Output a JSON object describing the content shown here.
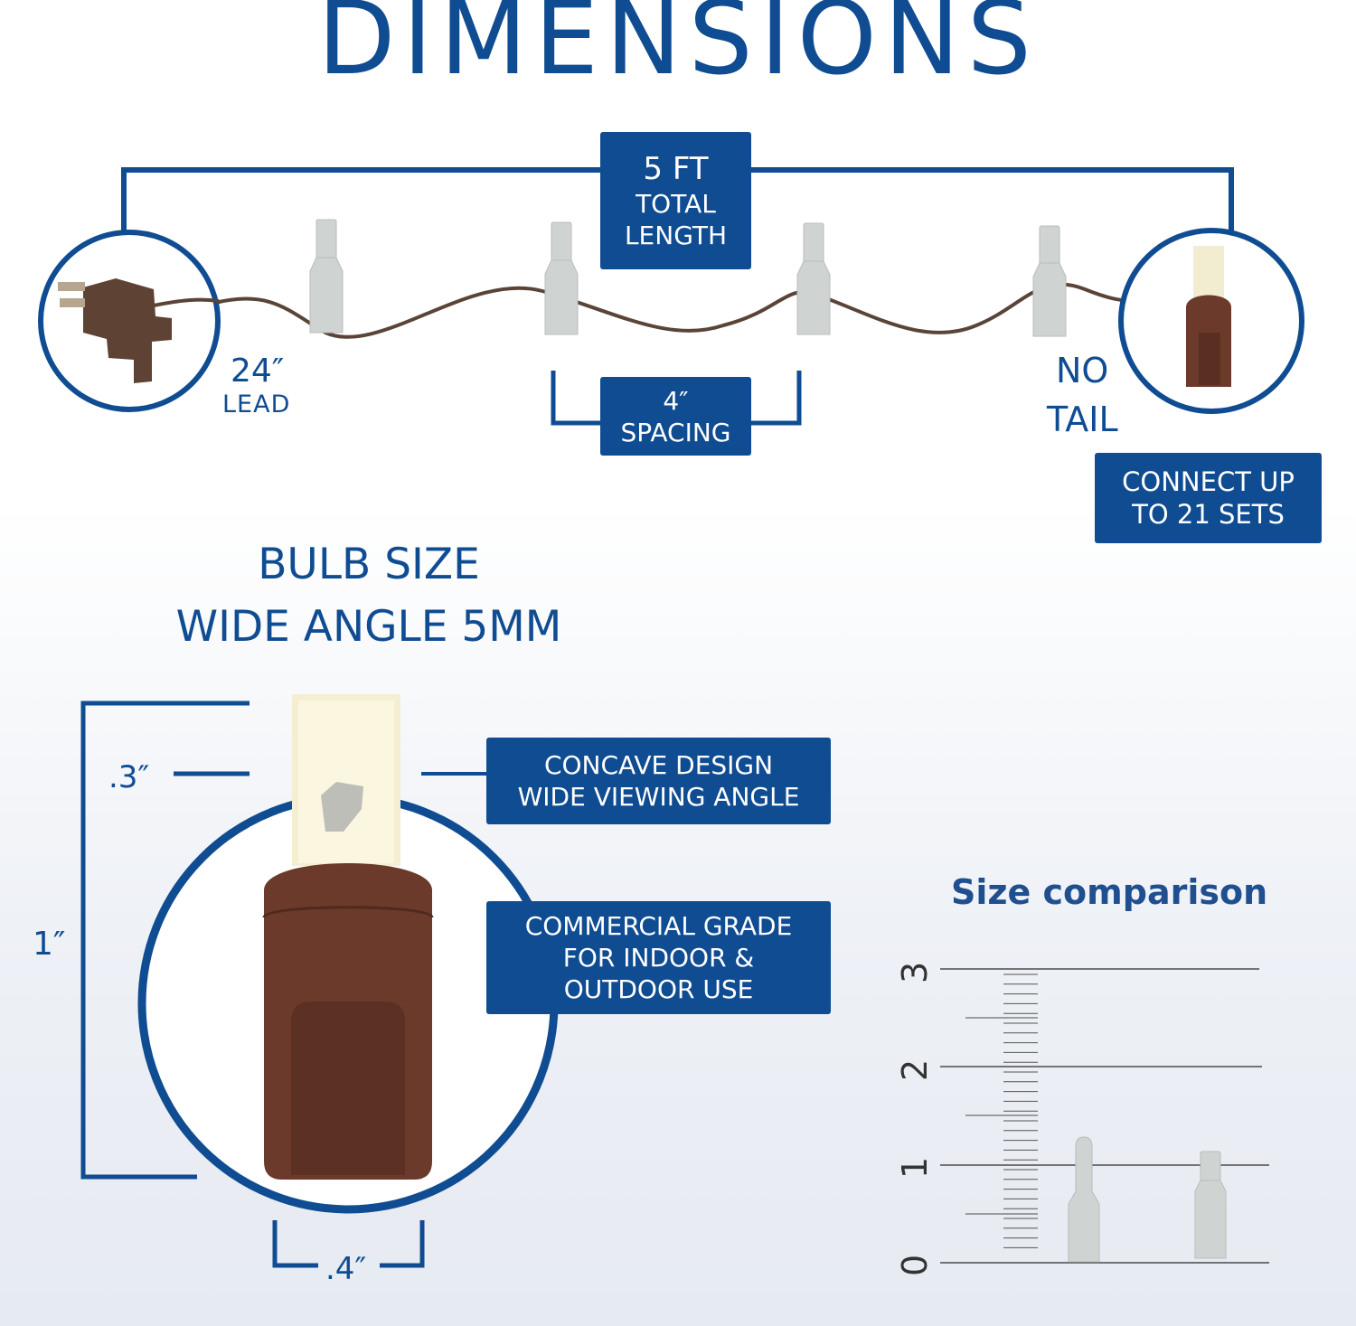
{
  "title": "DIMENSIONS",
  "length_box": {
    "line1": "5 FT",
    "line2": "TOTAL",
    "line3": "LENGTH"
  },
  "lead_label": {
    "value": "24″",
    "caption": "LEAD"
  },
  "spacing_box": {
    "line1": "4″",
    "line2": "SPACING"
  },
  "tail_label": {
    "line1": "NO",
    "line2": "TAIL"
  },
  "connect_box": {
    "line1": "CONNECT UP",
    "line2": "TO 21 SETS"
  },
  "bulb_size": {
    "line1": "BULB SIZE",
    "line2": "WIDE ANGLE 5MM"
  },
  "dimensions": {
    "lens_width": ".3″",
    "height": "1″",
    "base_width": ".4″"
  },
  "concave_box": {
    "line1": "CONCAVE DESIGN",
    "line2": "WIDE VIEWING ANGLE"
  },
  "commercial_box": {
    "line1": "COMMERCIAL GRADE",
    "line2": "FOR INDOOR &",
    "line3": "OUTDOOR USE"
  },
  "comparison": {
    "title": "Size comparison",
    "scale": [
      "0",
      "1",
      "2",
      "3"
    ]
  },
  "colors": {
    "brand_blue": "#0f4c92",
    "wire_brown": "#5a4438",
    "bulb_brown": "#6b3a2a",
    "bulb_gray": "#cfd3d2"
  }
}
